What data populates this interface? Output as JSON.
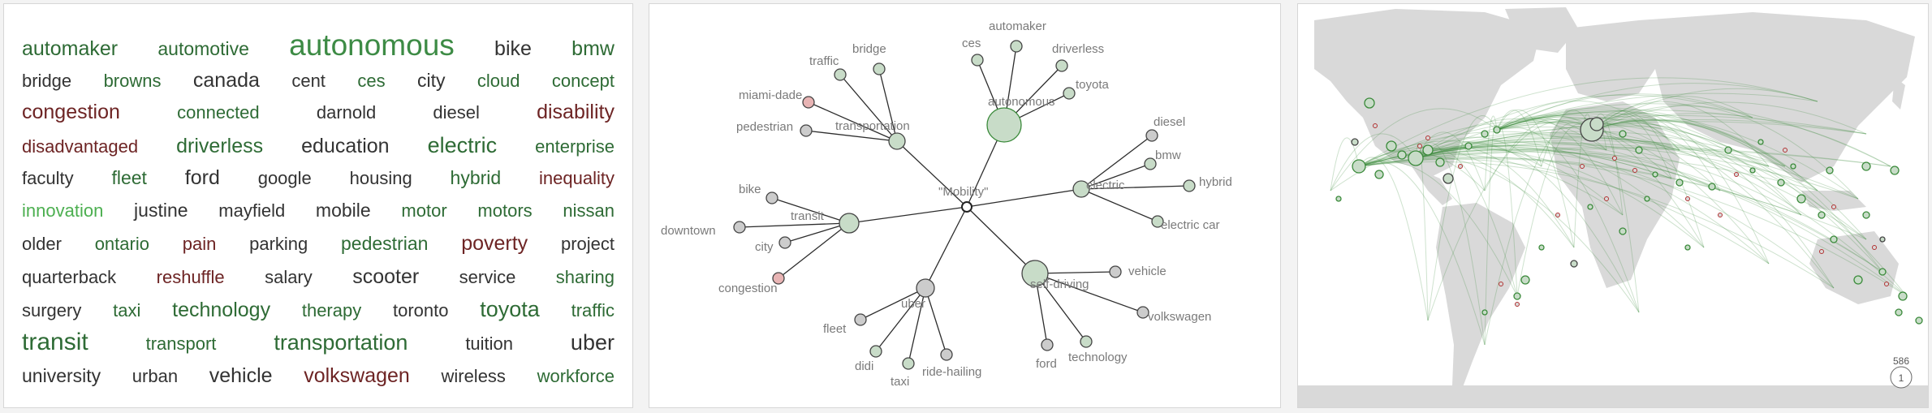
{
  "colors": {
    "green_dark": "#2e6b35",
    "green_light": "#3d8b45",
    "green_bright": "#4caf50",
    "red_dark": "#6d2424",
    "gray_dark": "#333333",
    "node_fill": "#c8dcc8",
    "node_stroke": "#444444",
    "node_red_fill": "#e8b4b4",
    "land": "#d8d8d8",
    "arc": "#3a8a3a"
  },
  "word_cloud": {
    "rows": [
      [
        {
          "text": "automaker",
          "size": 25,
          "color": "#2e6b35"
        },
        {
          "text": "automotive",
          "size": 23,
          "color": "#2e6b35"
        },
        {
          "text": "autonomous",
          "size": 37,
          "color": "#3d8b45"
        },
        {
          "text": "bike",
          "size": 25,
          "color": "#333333"
        },
        {
          "text": "bmw",
          "size": 25,
          "color": "#2e6b35"
        }
      ],
      [
        {
          "text": "bridge",
          "size": 22,
          "color": "#333333"
        },
        {
          "text": "browns",
          "size": 22,
          "color": "#2e6b35"
        },
        {
          "text": "canada",
          "size": 25,
          "color": "#333333"
        },
        {
          "text": "cent",
          "size": 22,
          "color": "#333333"
        },
        {
          "text": "ces",
          "size": 22,
          "color": "#2e6b35"
        },
        {
          "text": "city",
          "size": 23,
          "color": "#333333"
        },
        {
          "text": "cloud",
          "size": 22,
          "color": "#2e6b35"
        },
        {
          "text": "concept",
          "size": 22,
          "color": "#2e6b35"
        }
      ],
      [
        {
          "text": "congestion",
          "size": 25,
          "color": "#6d2424"
        },
        {
          "text": "connected",
          "size": 22,
          "color": "#2e6b35"
        },
        {
          "text": "darnold",
          "size": 22,
          "color": "#333333"
        },
        {
          "text": "diesel",
          "size": 22,
          "color": "#333333"
        },
        {
          "text": "disability",
          "size": 25,
          "color": "#6d2424"
        }
      ],
      [
        {
          "text": "disadvantaged",
          "size": 22,
          "color": "#6d2424"
        },
        {
          "text": "driverless",
          "size": 25,
          "color": "#2e6b35"
        },
        {
          "text": "education",
          "size": 25,
          "color": "#333333"
        },
        {
          "text": "electric",
          "size": 27,
          "color": "#2e6b35"
        },
        {
          "text": "enterprise",
          "size": 22,
          "color": "#2e6b35"
        }
      ],
      [
        {
          "text": "faculty",
          "size": 22,
          "color": "#333333"
        },
        {
          "text": "fleet",
          "size": 23,
          "color": "#2e6b35"
        },
        {
          "text": "ford",
          "size": 25,
          "color": "#333333"
        },
        {
          "text": "google",
          "size": 22,
          "color": "#333333"
        },
        {
          "text": "housing",
          "size": 22,
          "color": "#333333"
        },
        {
          "text": "hybrid",
          "size": 23,
          "color": "#2e6b35"
        },
        {
          "text": "inequality",
          "size": 22,
          "color": "#6d2424"
        }
      ],
      [
        {
          "text": "innovation",
          "size": 22,
          "color": "#4caf50"
        },
        {
          "text": "justine",
          "size": 23,
          "color": "#333333"
        },
        {
          "text": "mayfield",
          "size": 22,
          "color": "#333333"
        },
        {
          "text": "mobile",
          "size": 23,
          "color": "#333333"
        },
        {
          "text": "motor",
          "size": 22,
          "color": "#2e6b35"
        },
        {
          "text": "motors",
          "size": 22,
          "color": "#2e6b35"
        },
        {
          "text": "nissan",
          "size": 22,
          "color": "#2e6b35"
        }
      ],
      [
        {
          "text": "older",
          "size": 22,
          "color": "#333333"
        },
        {
          "text": "ontario",
          "size": 22,
          "color": "#2e6b35"
        },
        {
          "text": "pain",
          "size": 22,
          "color": "#6d2424"
        },
        {
          "text": "parking",
          "size": 22,
          "color": "#333333"
        },
        {
          "text": "pedestrian",
          "size": 23,
          "color": "#2e6b35"
        },
        {
          "text": "poverty",
          "size": 25,
          "color": "#6d2424"
        },
        {
          "text": "project",
          "size": 22,
          "color": "#333333"
        }
      ],
      [
        {
          "text": "quarterback",
          "size": 22,
          "color": "#333333"
        },
        {
          "text": "reshuffle",
          "size": 22,
          "color": "#6d2424"
        },
        {
          "text": "salary",
          "size": 22,
          "color": "#333333"
        },
        {
          "text": "scooter",
          "size": 25,
          "color": "#333333"
        },
        {
          "text": "service",
          "size": 22,
          "color": "#333333"
        },
        {
          "text": "sharing",
          "size": 22,
          "color": "#2e6b35"
        }
      ],
      [
        {
          "text": "surgery",
          "size": 22,
          "color": "#333333"
        },
        {
          "text": "taxi",
          "size": 22,
          "color": "#2e6b35"
        },
        {
          "text": "technology",
          "size": 25,
          "color": "#2e6b35"
        },
        {
          "text": "therapy",
          "size": 22,
          "color": "#2e6b35"
        },
        {
          "text": "toronto",
          "size": 22,
          "color": "#333333"
        },
        {
          "text": "toyota",
          "size": 27,
          "color": "#2e6b35"
        },
        {
          "text": "traffic",
          "size": 22,
          "color": "#2e6b35"
        }
      ],
      [
        {
          "text": "transit",
          "size": 30,
          "color": "#2e6b35"
        },
        {
          "text": "transport",
          "size": 22,
          "color": "#2e6b35"
        },
        {
          "text": "transportation",
          "size": 27,
          "color": "#2e6b35"
        },
        {
          "text": "tuition",
          "size": 22,
          "color": "#333333"
        },
        {
          "text": "uber",
          "size": 27,
          "color": "#333333"
        }
      ],
      [
        {
          "text": "university",
          "size": 23,
          "color": "#333333"
        },
        {
          "text": "urban",
          "size": 22,
          "color": "#333333"
        },
        {
          "text": "vehicle",
          "size": 25,
          "color": "#333333"
        },
        {
          "text": "volkswagen",
          "size": 25,
          "color": "#6d2424"
        },
        {
          "text": "wireless",
          "size": 22,
          "color": "#333333"
        },
        {
          "text": "workforce",
          "size": 22,
          "color": "#2e6b35"
        }
      ]
    ]
  },
  "network": {
    "center": {
      "label": "\"Mobility\""
    },
    "hubs": [
      {
        "id": "autonomous",
        "label": "autonomous",
        "color": "#c8dcc8",
        "children": [
          {
            "label": "automaker",
            "color": "#c8dcc8"
          },
          {
            "label": "ces",
            "color": "#c8dcc8"
          },
          {
            "label": "driverless",
            "color": "#c8dcc8"
          },
          {
            "label": "toyota",
            "color": "#c8dcc8"
          }
        ]
      },
      {
        "id": "transportation",
        "label": "transportation",
        "color": "#c8dcc8",
        "children": [
          {
            "label": "traffic",
            "color": "#c8dcc8"
          },
          {
            "label": "bridge",
            "color": "#c8dcc8"
          },
          {
            "label": "miami-dade",
            "color": "#e8b4b4"
          },
          {
            "label": "pedestrian",
            "color": "#cccccc"
          }
        ]
      },
      {
        "id": "electric",
        "label": "electric",
        "color": "#c8dcc8",
        "children": [
          {
            "label": "diesel",
            "color": "#cccccc"
          },
          {
            "label": "bmw",
            "color": "#c8dcc8"
          },
          {
            "label": "hybrid",
            "color": "#c8dcc8"
          },
          {
            "label": "electric car",
            "color": "#c8dcc8"
          }
        ]
      },
      {
        "id": "transit",
        "label": "transit",
        "color": "#c8dcc8",
        "children": [
          {
            "label": "bike",
            "color": "#cccccc"
          },
          {
            "label": "downtown",
            "color": "#cccccc"
          },
          {
            "label": "city",
            "color": "#cccccc"
          },
          {
            "label": "congestion",
            "color": "#e8b4b4"
          }
        ]
      },
      {
        "id": "self-driving",
        "label": "self-driving",
        "color": "#c8dcc8",
        "children": [
          {
            "label": "vehicle",
            "color": "#cccccc"
          },
          {
            "label": "volkswagen",
            "color": "#cccccc"
          },
          {
            "label": "technology",
            "color": "#c8dcc8"
          },
          {
            "label": "ford",
            "color": "#cccccc"
          }
        ]
      },
      {
        "id": "uber",
        "label": "uber",
        "color": "#cccccc",
        "children": [
          {
            "label": "fleet",
            "color": "#cccccc"
          },
          {
            "label": "didi",
            "color": "#c8dcc8"
          },
          {
            "label": "taxi",
            "color": "#c8dcc8"
          },
          {
            "label": "ride-hailing",
            "color": "#cccccc"
          }
        ]
      }
    ]
  },
  "map": {
    "counter_top": "586",
    "counter_bottom": "1"
  }
}
